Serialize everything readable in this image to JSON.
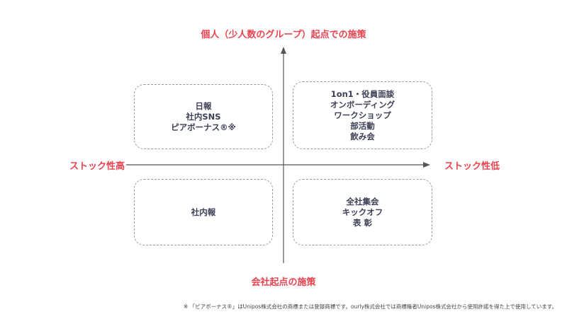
{
  "axes": {
    "top": "個人（少人数のグループ）起点での施策",
    "bottom": "会社起点の施策",
    "left": "ストック性高",
    "right": "ストック性低"
  },
  "quadrants": {
    "top_left": [
      "日報",
      "社内SNS",
      "ピアボーナス®※"
    ],
    "top_right": [
      "1on1・役員面談",
      "オンボーディング",
      "ワークショップ",
      "部活動",
      "飲み会"
    ],
    "bottom_left": [
      "社内報"
    ],
    "bottom_right": [
      "全社集会",
      "キックオフ",
      "表 彰"
    ]
  },
  "footnote": "※ 「ピアボーナス®」はUnipos株式会社の商標または登録商標です。ourly株式会社では商標権者Unipos株式会社から使用許諾を得た上で使用しています。",
  "colors": {
    "accent": "#e8434f",
    "text": "#3c3f55",
    "axis": "#555555",
    "box_border": "#9a9a9a"
  }
}
